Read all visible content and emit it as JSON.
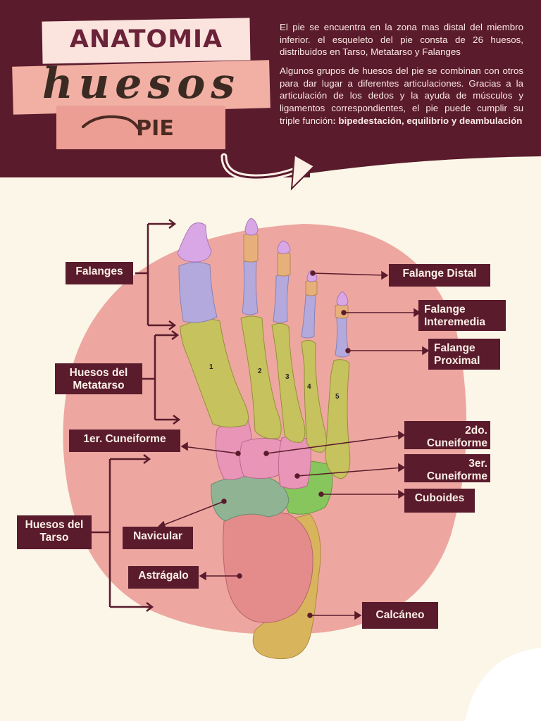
{
  "title": {
    "line1": "ANATOMIA",
    "line2": "huesos",
    "line3": "PIE"
  },
  "intro": {
    "p1": "El pie se encuentra en la zona mas distal del miembro inferior. el esqueleto del pie consta de 26 huesos, distribuidos en Tarso, Metatarso y Falanges",
    "p2_plain": "Algunos grupos de huesos del pie se combinan con otros para dar lugar a diferentes articulaciones. Gracias a la articulación de los dedos y la ayuda de músculos y ligamentos correspondientes, el pie puede cumplir su triple función",
    "p2_colon": ": ",
    "p2_bold": "bipedestación, equilibrio y deambulación"
  },
  "labels": {
    "falanges": "Falanges",
    "metatarso": "Huesos del Metatarso",
    "cuneiforme1": "1er. Cuneiforme",
    "tarso": "Huesos del Tarso",
    "navicular": "Navicular",
    "astragalo": "Astrágalo",
    "falange_distal": "Falange Distal",
    "falange_intermedia": "Falange Interemedia",
    "falange_proximal": "Falange Proximal",
    "cuneiforme2": "2do. Cuneiforme",
    "cuneiforme3": "3er. Cuneiforme",
    "cuboides": "Cuboides",
    "calcaneo": "Calcáneo"
  },
  "metatarsal_numbers": [
    "1",
    "2",
    "3",
    "4",
    "5"
  ],
  "colors": {
    "header": "#5a1b2c",
    "background": "#fbf6e8",
    "blob": "#eda7a0",
    "label_bg": "#5a1b2c",
    "label_text": "#fbefe6",
    "distal": "#d9a6e6",
    "intermediate": "#e7b07a",
    "proximal": "#b3a9dc",
    "metatarsal": "#c6c25e",
    "cuneiform": "#e895b8",
    "cuboid": "#86c65c",
    "navicular": "#8fb393",
    "talus": "#e48b8c",
    "calcaneus": "#d8b45c"
  }
}
